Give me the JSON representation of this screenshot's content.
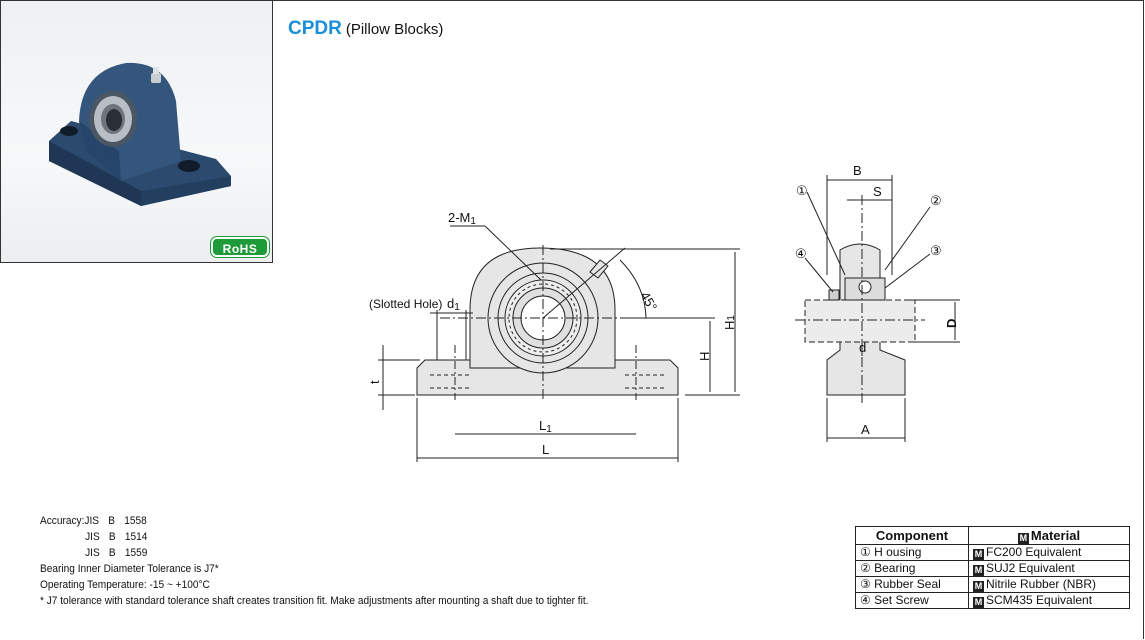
{
  "header": {
    "code": "CPDR",
    "subtitle": "(Pillow Blocks)"
  },
  "badge": {
    "label": "RoHS",
    "color": "#1f9a38"
  },
  "accent_color": "#1a8fd8",
  "drawing_labels": {
    "mounting_holes": "2-M",
    "mounting_holes_sub": "1",
    "angle": "45°",
    "slotted_hole": "(Slotted Hole)",
    "d1": "d",
    "d1_sub": "1",
    "t": "t",
    "H": "H",
    "H1": "H",
    "H1_sub": "1",
    "L1": "L",
    "L1_sub": "1",
    "L": "L",
    "B": "B",
    "S": "S",
    "D": "D",
    "d": "d",
    "A": "A",
    "callout_1": "①",
    "callout_2": "②",
    "callout_3": "③",
    "callout_4": "④"
  },
  "notes": {
    "accuracy_label": "Accuracy:",
    "standards": [
      {
        "org": "JIS",
        "cls": "B",
        "num": "1558"
      },
      {
        "org": "JIS",
        "cls": "B",
        "num": "1514"
      },
      {
        "org": "JIS",
        "cls": "B",
        "num": "1559"
      }
    ],
    "tolerance": "Bearing Inner Diameter Tolerance is J7*",
    "temperature": "Operating Temperature: -15 ~ +100°C",
    "footnote": "* J7 tolerance with standard tolerance shaft creates transition fit. Make adjustments after mounting a shaft due to tighter fit."
  },
  "materials": {
    "col_component": "Component",
    "col_material_icon": "M",
    "col_material": "Material",
    "rows": [
      {
        "component": "① H ousing",
        "icon": "M",
        "material": "FC200 Equivalent"
      },
      {
        "component": "② Bearing",
        "icon": "M",
        "material": "SUJ2 Equivalent"
      },
      {
        "component": "③ Rubber Seal",
        "icon": "M",
        "material": "Nitrile Rubber (NBR)"
      },
      {
        "component": "④ Set Screw",
        "icon": "M",
        "material": "SCM435 Equivalent"
      }
    ]
  }
}
